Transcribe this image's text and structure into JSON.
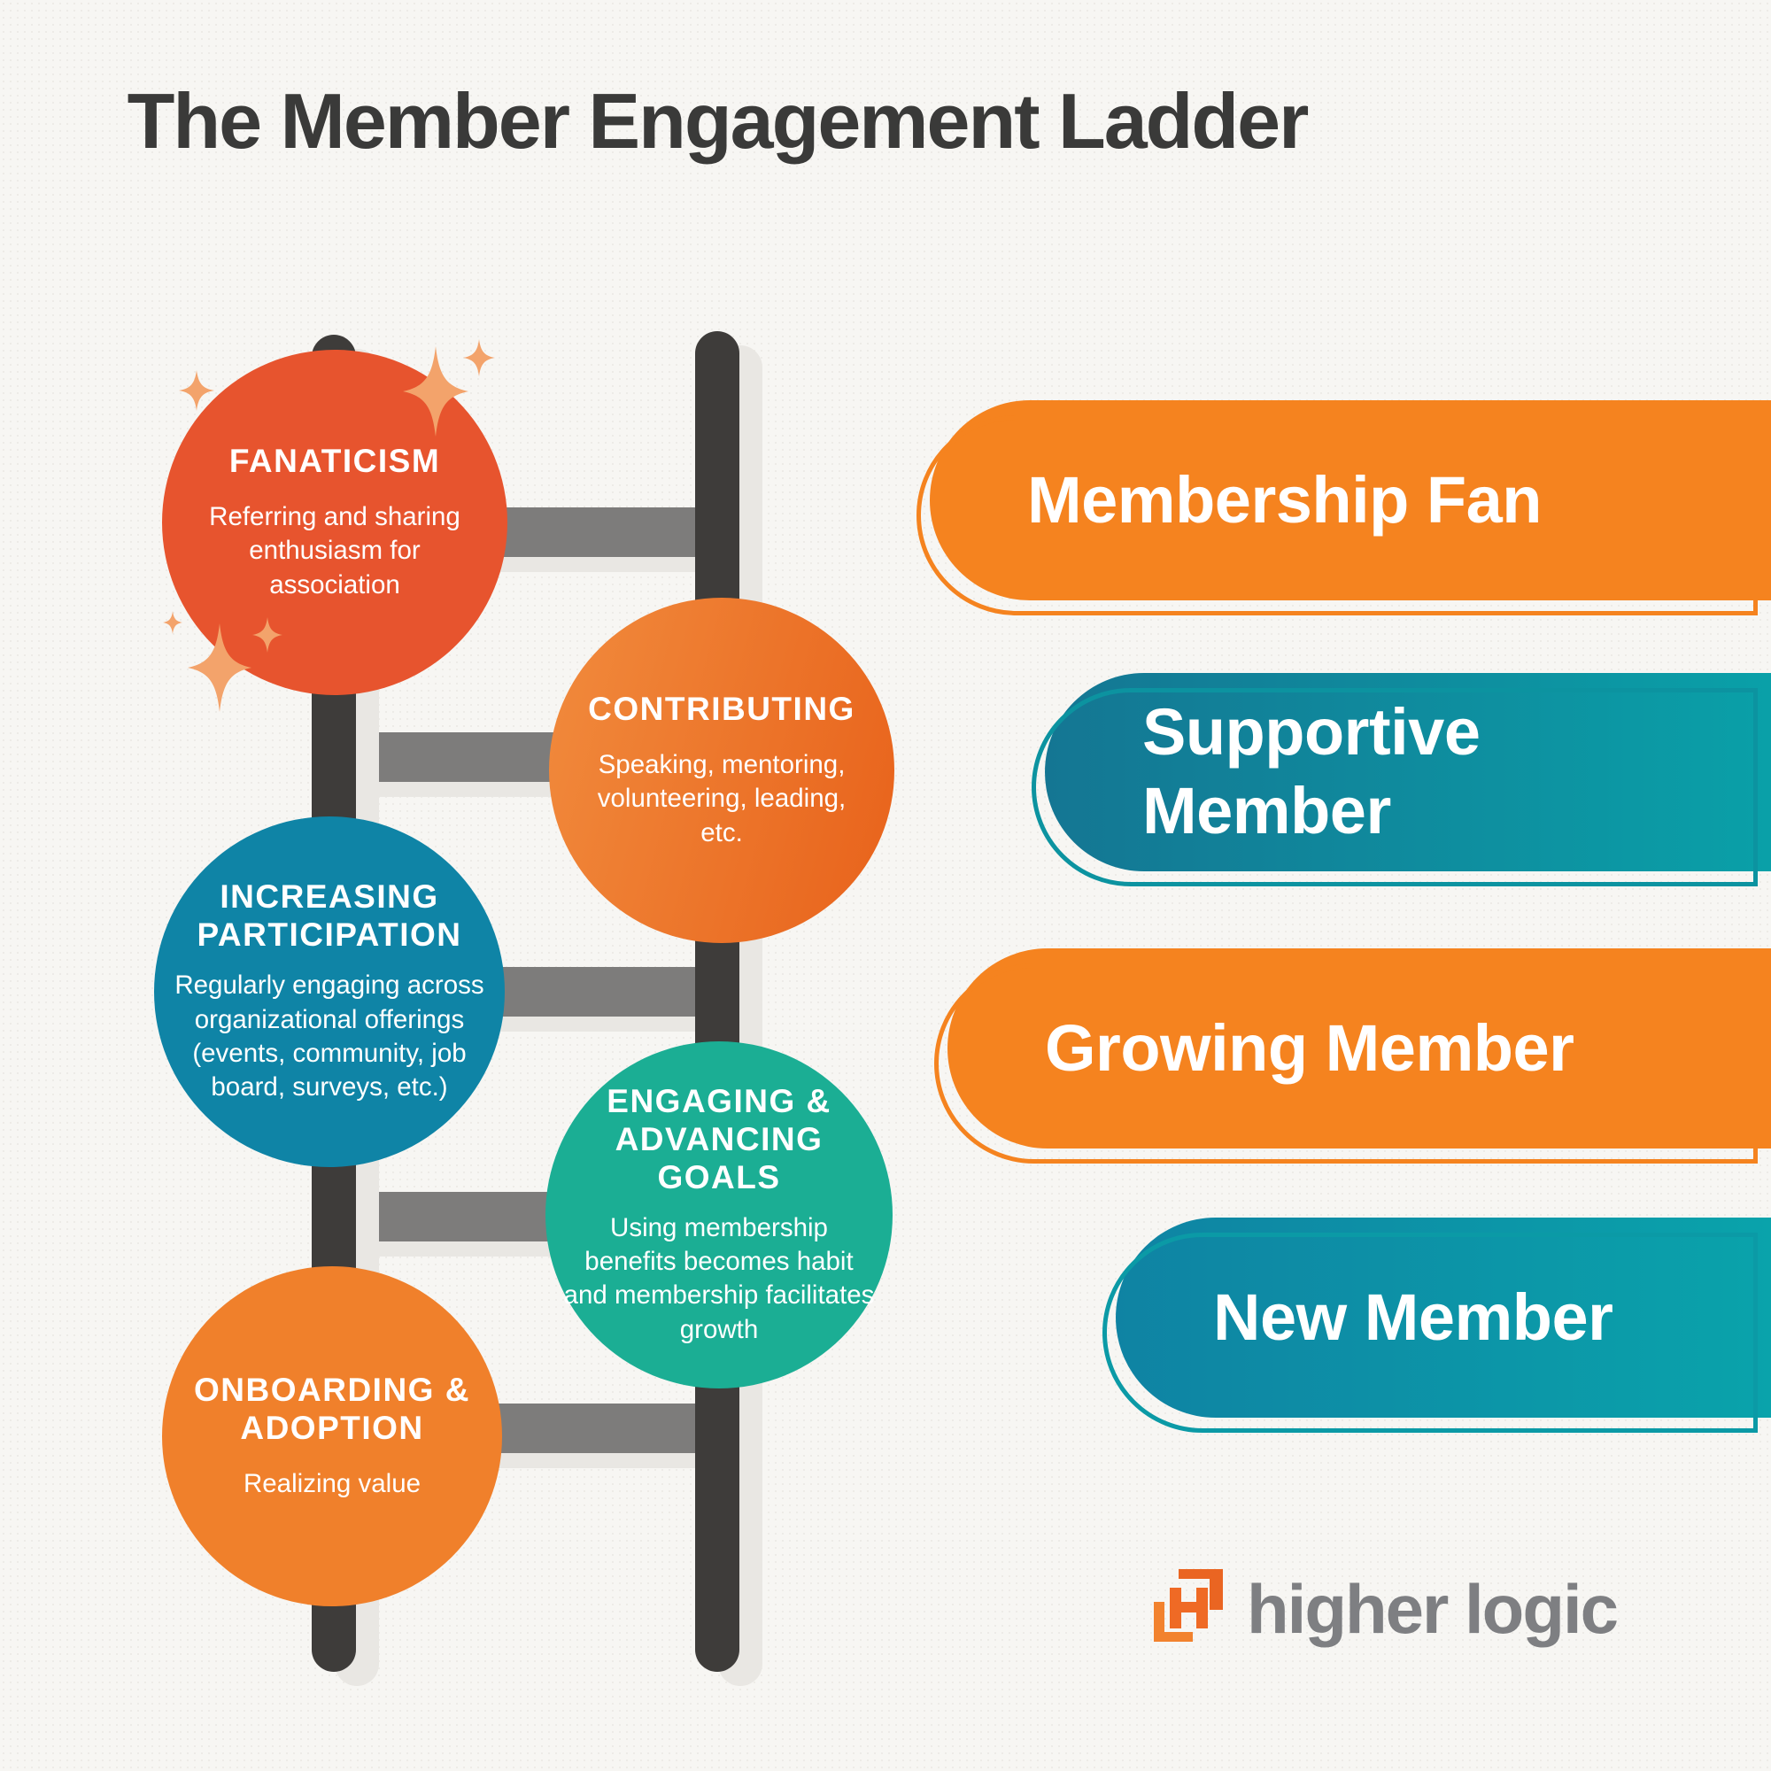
{
  "title": "The Member Engagement Ladder",
  "ladder": {
    "circles": [
      {
        "heading": "FANATICISM",
        "body": "Referring and sharing enthusiasm for association",
        "color": "#E7542E"
      },
      {
        "heading": "CONTRIBUTING",
        "body": "Speaking, mentoring, volunteering, leading, etc.",
        "gradient": [
          "#F18B3D",
          "#E9661E"
        ]
      },
      {
        "heading": "INCREASING PARTICIPATION",
        "body": "Regularly engaging across organizational offerings (events, community, job board, surveys, etc.)",
        "color": "#0F84A6"
      },
      {
        "heading": "ENGAGING & ADVANCING GOALS",
        "body": "Using membership benefits becomes habit and membership facilitates growth",
        "color": "#1BAE94"
      },
      {
        "heading": "ONBOARDING & ADOPTION",
        "body": "Realizing value",
        "color": "#F0802B"
      }
    ]
  },
  "pills": [
    {
      "label": "Membership Fan",
      "color": "#F5831F"
    },
    {
      "label": "Supportive Member",
      "gradient": [
        "#147693",
        "#0AA0A8"
      ]
    },
    {
      "label": "Growing Member",
      "color": "#F5831F"
    },
    {
      "label": "New Member",
      "gradient": [
        "#0F83A3",
        "#0AA3AB"
      ]
    }
  ],
  "logo": {
    "text": "higher logic",
    "text_color": "#7E7F82",
    "icon_color": "#EF6A25"
  },
  "decor": {
    "sparkle_color": "#F3A36B"
  },
  "palette": {
    "background": "#F7F6F3",
    "rail": "#3E3C3A",
    "rung": "#7D7C7B",
    "shadow": "#E9E7E3",
    "title": "#3A3A39"
  }
}
